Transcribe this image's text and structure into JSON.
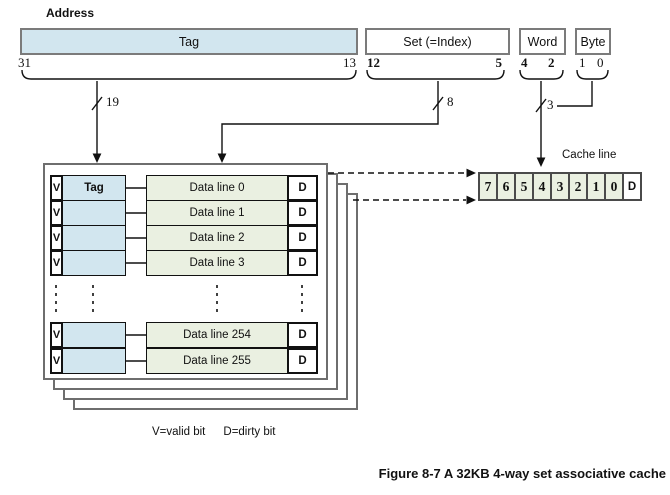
{
  "title": {
    "address": "Address"
  },
  "address_fields": {
    "tag": {
      "label": "Tag",
      "hi_bit": "31",
      "lo_bit": "13",
      "bus_width": "19"
    },
    "set": {
      "label": "Set (=Index)",
      "hi_bit": "12",
      "lo_bit": "5",
      "bus_width": "8"
    },
    "word": {
      "label": "Word",
      "hi_bit": "4",
      "lo_bit": "2",
      "bus_width": "3"
    },
    "byte": {
      "label": "Byte",
      "hi_bit": "1",
      "lo_bit": "0"
    }
  },
  "cache_table": {
    "valid_label": "V",
    "dirty_label": "D",
    "tag_column_header": "Tag",
    "data_rows": [
      "Data line 0",
      "Data line 1",
      "Data line 2",
      "Data line 3",
      "Data line 254",
      "Data line 255"
    ]
  },
  "cache_line": {
    "label": "Cache line",
    "word_cells": [
      "7",
      "6",
      "5",
      "4",
      "3",
      "2",
      "1",
      "0"
    ],
    "dirty_cell": "D"
  },
  "legend": {
    "valid": "V=valid bit",
    "dirty": "D=dirty bit"
  },
  "caption": "Figure 8-7 A 32KB 4-way set associative cache",
  "colors": {
    "tag_fill": "#d2e6ef",
    "data_fill": "#eaf0e1"
  }
}
